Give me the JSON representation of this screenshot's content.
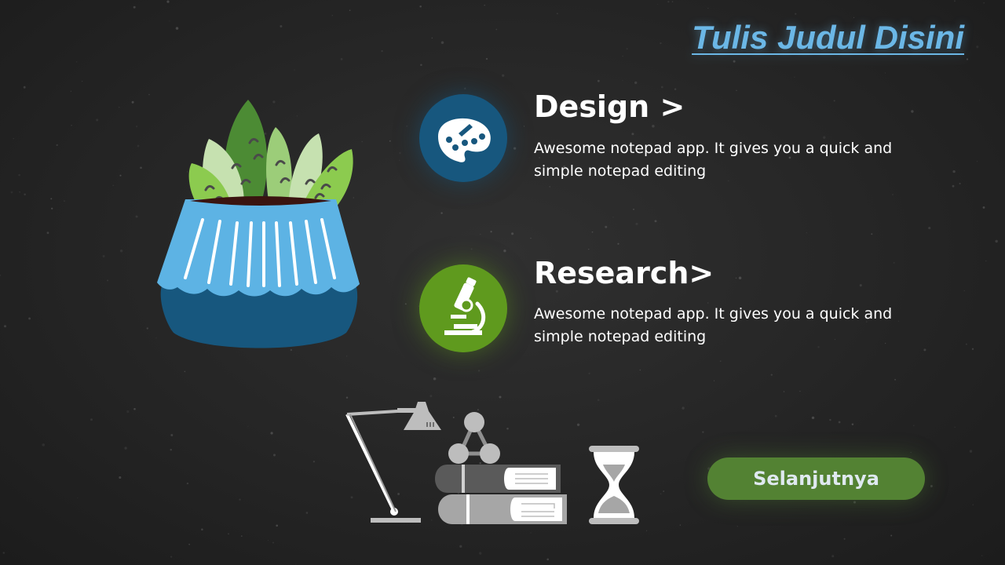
{
  "slide": {
    "title": "Tulis Judul Disini",
    "background_color": "#262626",
    "title_color": "#6bb7e6"
  },
  "features": [
    {
      "title": "Design >",
      "description": "Awesome notepad app. It gives you a quick and simple notepad editing",
      "icon": "palette-icon",
      "circle_color": "#17577e"
    },
    {
      "title": "Research>",
      "description": "Awesome notepad app. It gives you a quick and simple notepad editing",
      "icon": "microscope-icon",
      "circle_color": "#5f9a1e"
    }
  ],
  "illustrations": {
    "plant": "potted-plant-illustration",
    "desk": "desk-lamp-books-hourglass-illustration"
  },
  "next_button": {
    "label": "Selanjutnya",
    "color": "#538233"
  }
}
